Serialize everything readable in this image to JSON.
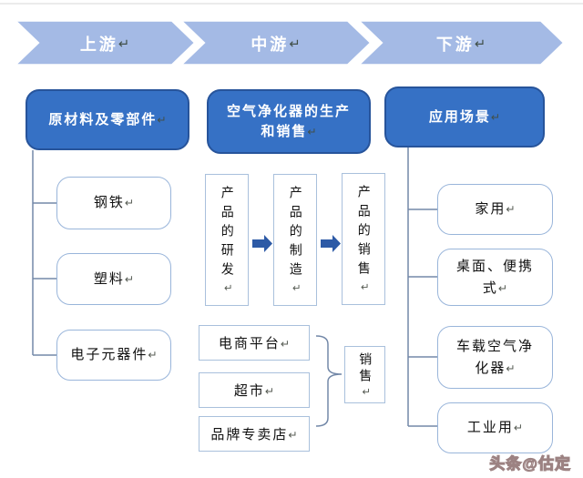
{
  "pmark": "↵",
  "colors": {
    "chevron_fill": "#a4bae5",
    "header_fill": "#3671c5",
    "header_border": "#27549b",
    "subbox_border": "#99b5da",
    "rectbox_border": "#a9c0dc",
    "connector_line": "#7388a8",
    "flow_arrow": "#2d5aa6",
    "text": "#111111"
  },
  "chevrons": [
    {
      "label": "上游"
    },
    {
      "label": "中游"
    },
    {
      "label": "下游"
    }
  ],
  "upstream": {
    "header": "原材料及零部件",
    "items": [
      {
        "label": "钢铁"
      },
      {
        "label": "塑料"
      },
      {
        "label": "电子元器件"
      }
    ]
  },
  "midstream": {
    "header_line1": "空气净化器的生产",
    "header_line2": "和销售",
    "process": [
      {
        "label": "产品的研发"
      },
      {
        "label": "产品的制造"
      },
      {
        "label": "产品的销售"
      }
    ],
    "channels": [
      {
        "label": "电商平台"
      },
      {
        "label": "超市"
      },
      {
        "label": "品牌专卖店"
      }
    ],
    "channel_target": "销售"
  },
  "downstream": {
    "header": "应用场景",
    "items": [
      {
        "label": "家用"
      },
      {
        "label": "桌面、便携式"
      },
      {
        "label": "车载空气净化器"
      },
      {
        "label": "工业用"
      }
    ]
  },
  "watermark": "头条@估定"
}
